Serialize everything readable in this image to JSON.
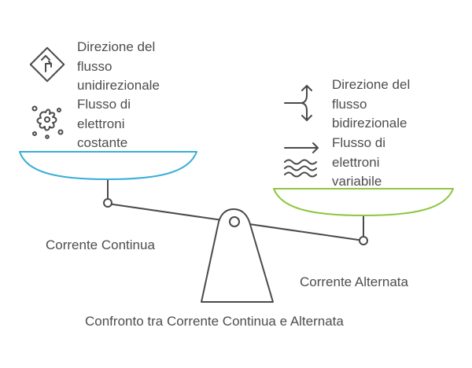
{
  "left_pan": {
    "feature_direction": "Direzione del flusso unidirezionale",
    "feature_direction_lines": [
      "Direzione del",
      "flusso",
      "unidirezionale"
    ],
    "feature_flow": "Flusso di elettroni costante",
    "feature_flow_lines": [
      "Flusso di",
      "elettroni",
      "costante"
    ],
    "label": "Corrente Continua",
    "direction_icon": "turn-arrow-sign-icon",
    "flow_icon": "splash-icon",
    "color": "#3aaed8"
  },
  "right_pan": {
    "feature_direction": "Direzione del flusso bidirezionale",
    "feature_direction_lines": [
      "Direzione del",
      "flusso",
      "bidirezionale"
    ],
    "feature_flow": "Flusso di elettroni variabile",
    "feature_flow_lines": [
      "Flusso di",
      "elettroni",
      "variabile"
    ],
    "label": "Corrente Alternata",
    "direction_icon": "split-arrows-icon",
    "flow_icon": "waves-arrow-icon",
    "color": "#8dc63f"
  },
  "caption": "Confronto tra Corrente Continua e Alternata",
  "stroke_color": "#4a4a4a"
}
